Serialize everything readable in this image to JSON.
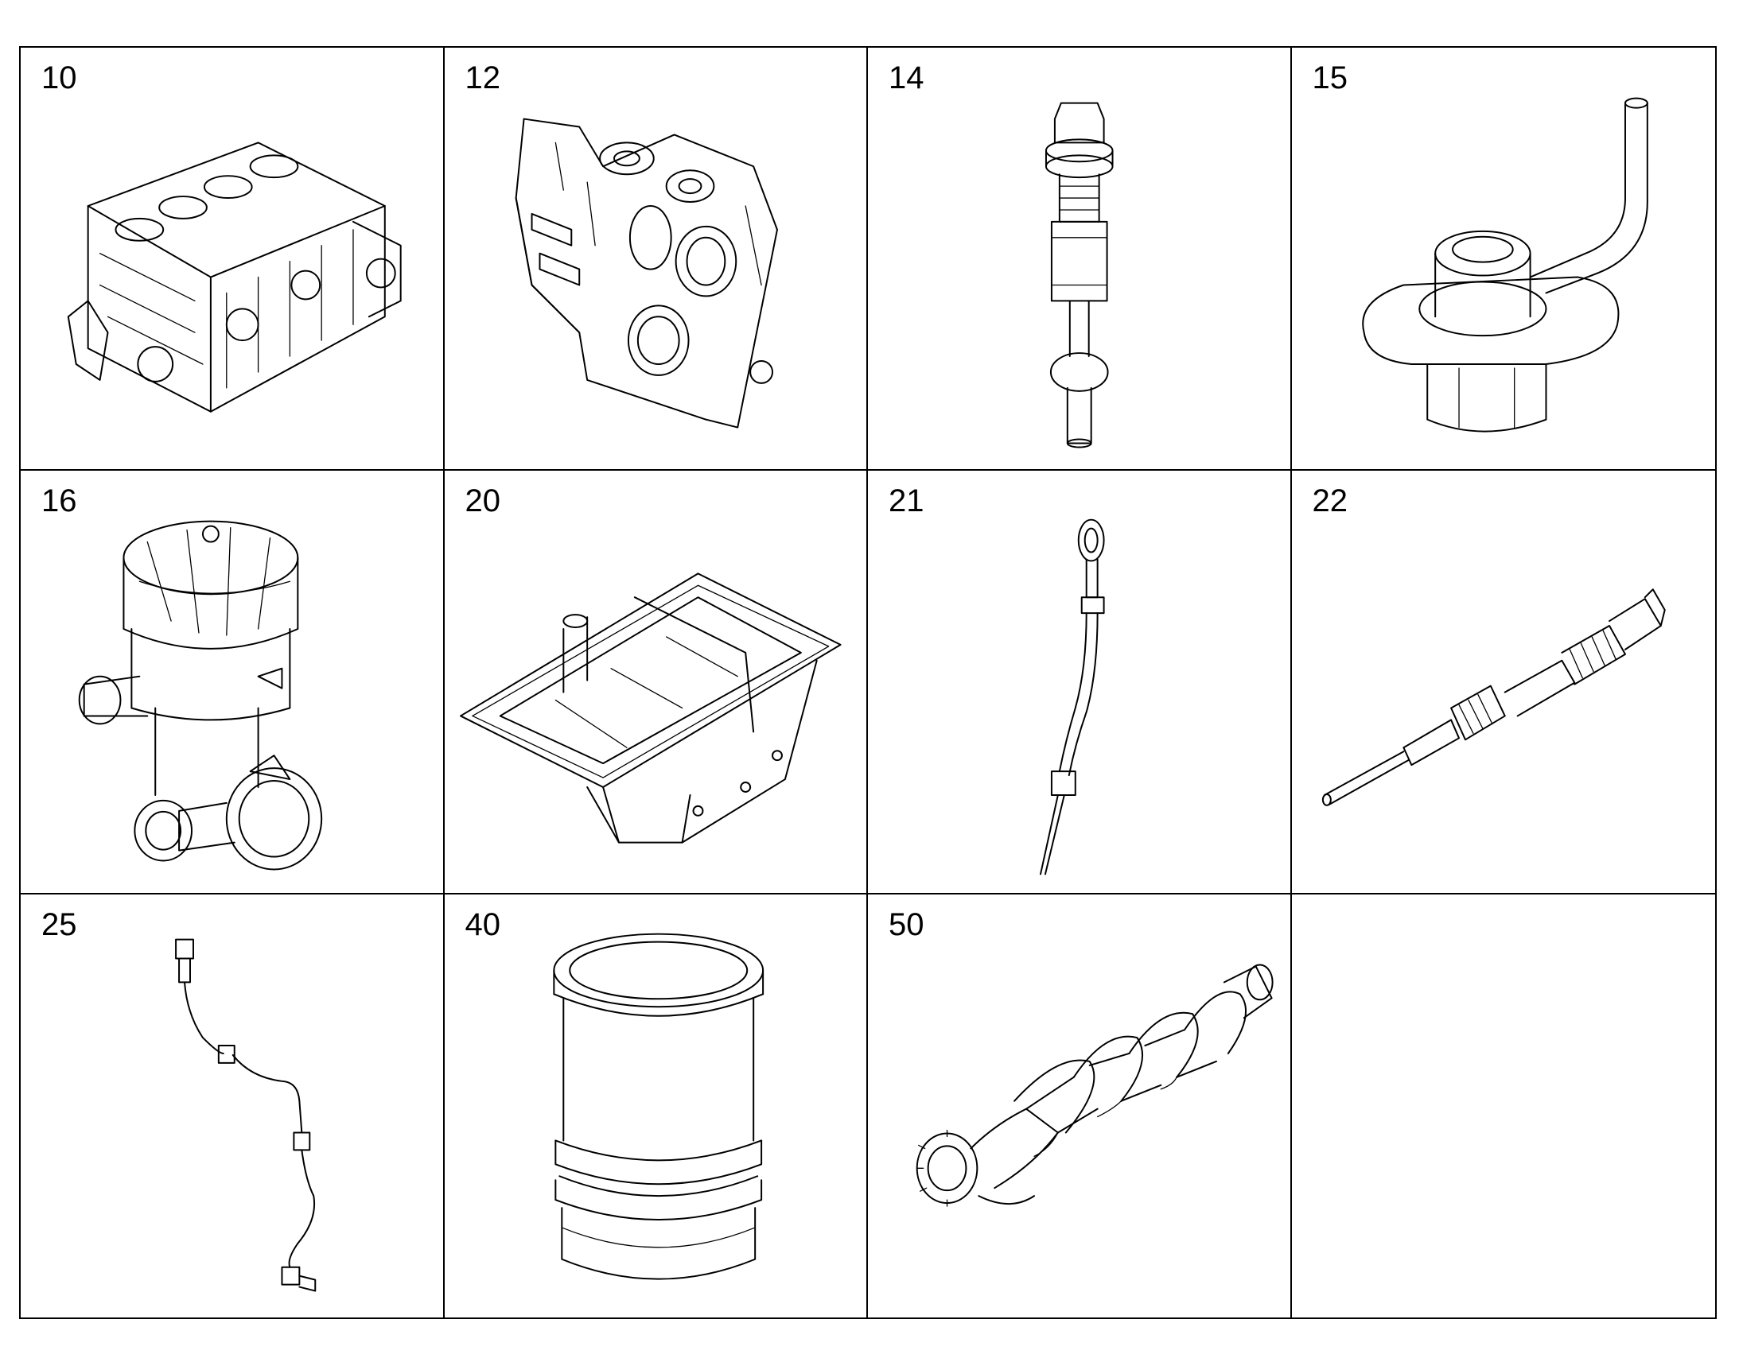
{
  "parts": [
    {
      "ref": "10",
      "icon": "engine-block-icon"
    },
    {
      "ref": "12",
      "icon": "timing-cover-icon"
    },
    {
      "ref": "14",
      "icon": "valve-plug-icon"
    },
    {
      "ref": "15",
      "icon": "oil-pipe-fitting-icon"
    },
    {
      "ref": "16",
      "icon": "breather-separator-icon"
    },
    {
      "ref": "20",
      "icon": "oil-pan-icon"
    },
    {
      "ref": "21",
      "icon": "dipstick-icon"
    },
    {
      "ref": "22",
      "icon": "sensor-probe-icon"
    },
    {
      "ref": "25",
      "icon": "sensor-harness-icon"
    },
    {
      "ref": "40",
      "icon": "cylinder-liner-icon"
    },
    {
      "ref": "50",
      "icon": "crankshaft-icon"
    },
    {
      "ref": "",
      "icon": ""
    }
  ]
}
